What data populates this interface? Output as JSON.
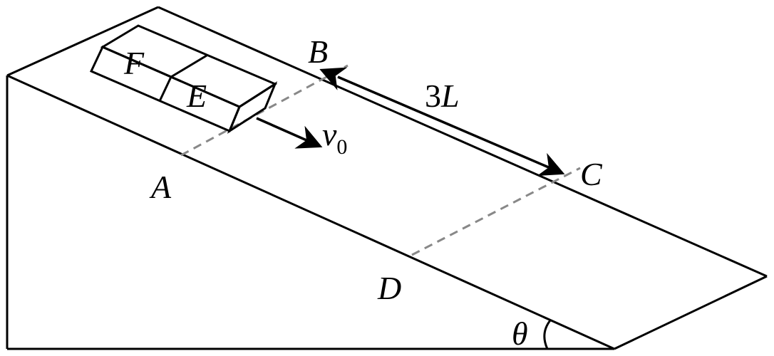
{
  "labels": {
    "point_a": "A",
    "point_b": "B",
    "point_c": "C",
    "point_d": "D",
    "block_f": "F",
    "block_e": "E",
    "velocity_symbol": "v",
    "velocity_subscript": "0",
    "distance_number": "3",
    "distance_symbol": "L",
    "angle": "θ"
  },
  "colors": {
    "line": "#000000",
    "dashed": "#888888",
    "background": "#ffffff"
  }
}
